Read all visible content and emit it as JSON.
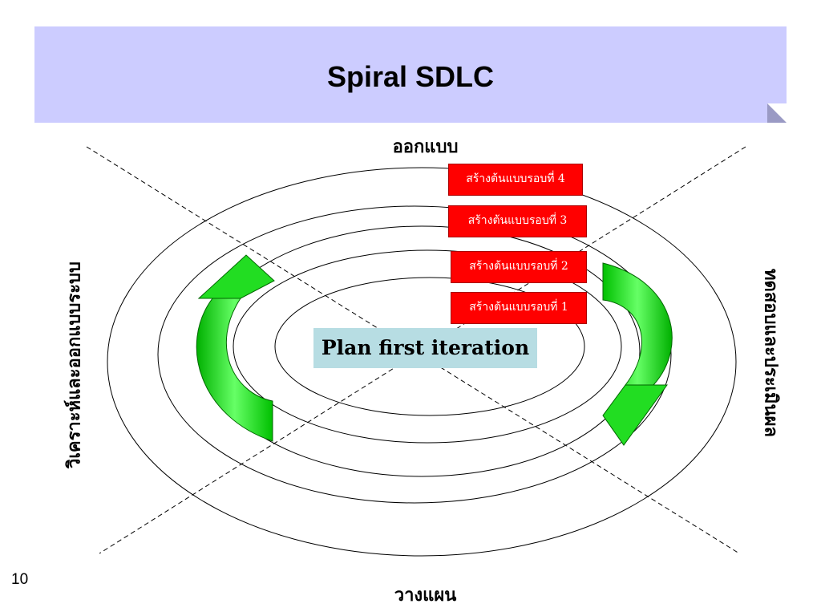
{
  "slide": {
    "title": "Spiral SDLC",
    "colors": {
      "title_band": "#ccccff",
      "prototype_box": "#ff0000",
      "center_box": "#b7dde3",
      "arrow_fill": "#00cc00"
    },
    "quadrants": {
      "top": "ออกแบบ",
      "bottom": "วางแผน",
      "left": "วิเคราะห์และออกแบบระบบ",
      "right": "ทดสอบและประเมินผล"
    },
    "prototypes": [
      {
        "label": "สร้างต้นแบบรอบที่ 4"
      },
      {
        "label": "สร้างต้นแบบรอบที่ 3"
      },
      {
        "label": "สร้างต้นแบบรอบที่ 2"
      },
      {
        "label": "สร้างต้นแบบรอบที่ 1"
      }
    ],
    "center_label": "Plan first iteration",
    "page_number": "10",
    "icons": [
      "curved-arrow-left-icon",
      "curved-arrow-right-icon"
    ]
  }
}
